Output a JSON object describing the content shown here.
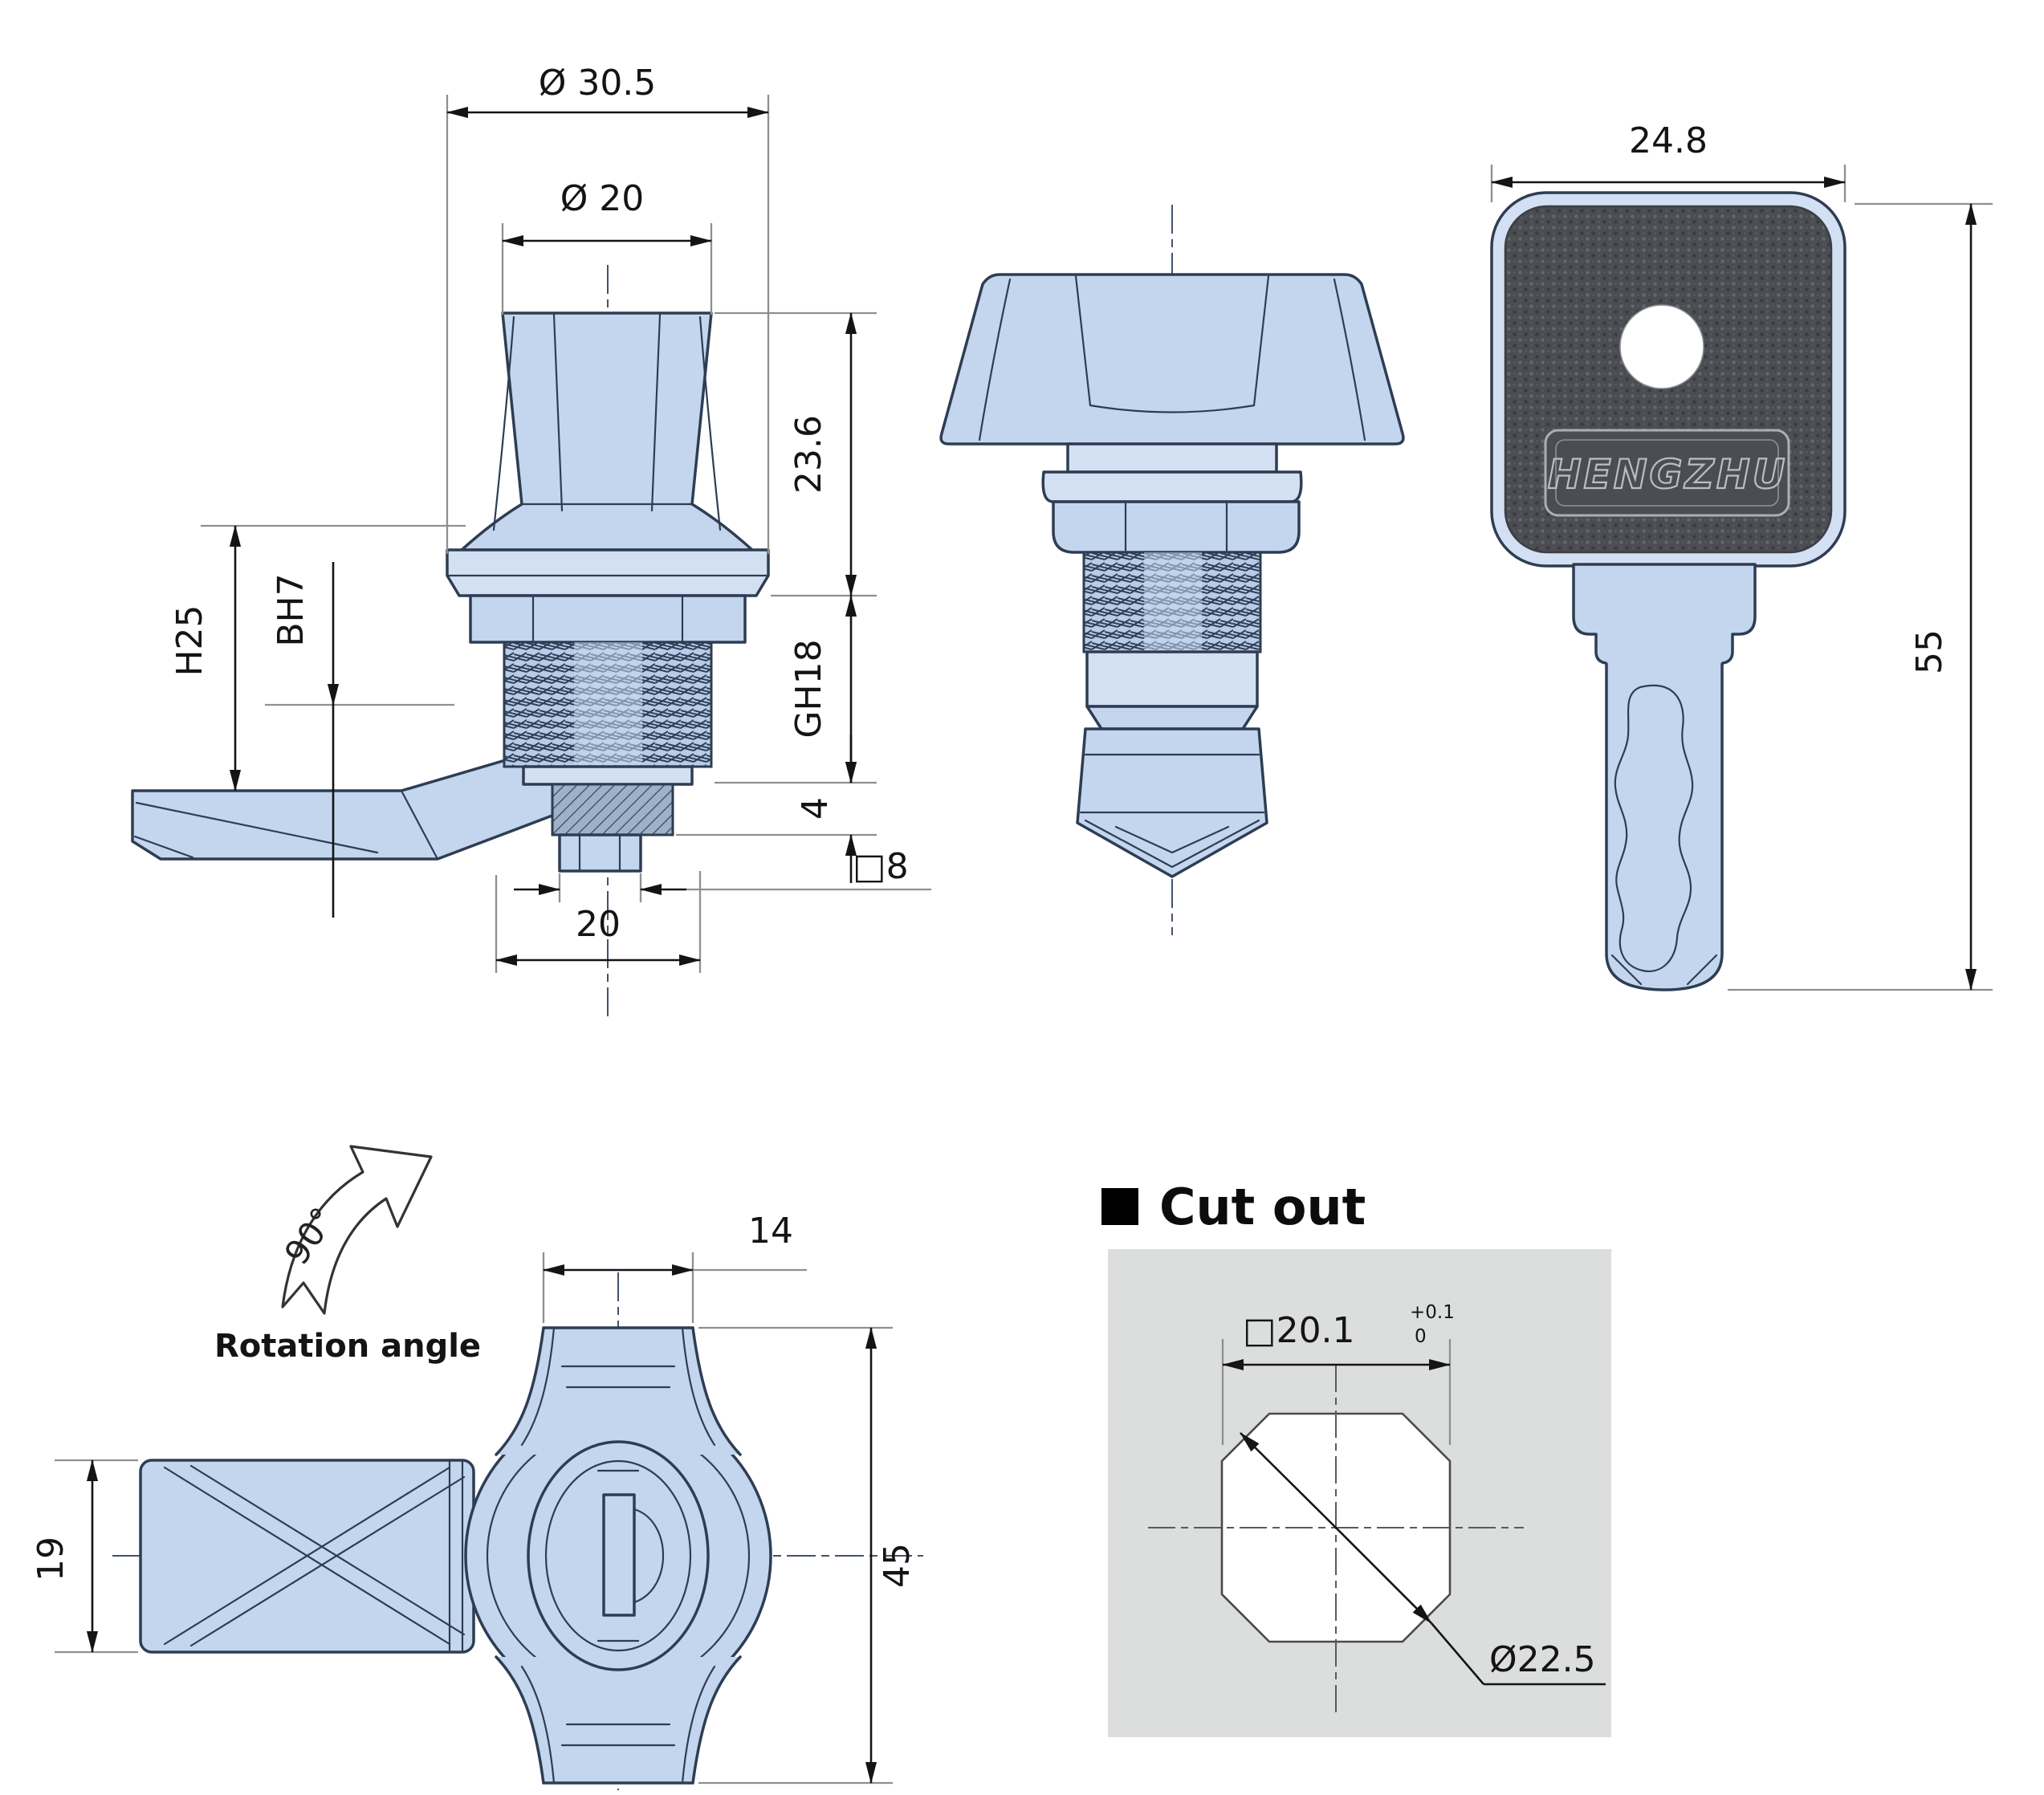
{
  "drawing": {
    "front_view": {
      "dim_outer_diameter": "Ø 30.5",
      "dim_knob_diameter": "Ø 20",
      "dim_knob_height": "23.6",
      "dim_thread_length": "GH18",
      "dim_cam_offset": "4",
      "dim_grip_height": "H25",
      "dim_cam_position": "BH7",
      "dim_square_shaft": "□8",
      "dim_cam_length": "20"
    },
    "key_view": {
      "dim_head_width": "24.8",
      "dim_key_length": "55",
      "brand": "HENGZHU"
    },
    "top_view": {
      "dim_wing_width": "14",
      "dim_cam_height": "19",
      "dim_total_height": "45",
      "rotation_angle": "90°",
      "rotation_label": "Rotation angle"
    },
    "cutout": {
      "section_title": "Cut out",
      "dim_square": "□20.1",
      "tolerance_upper": "+0.1",
      "tolerance_lower": "0",
      "dim_diameter": "Ø22.5"
    },
    "colors": {
      "part_fill": "#c3d6ee",
      "part_outline": "#2e3d53",
      "panel_gray": "#dcdddd",
      "dimension_black": "#141414",
      "extension_gray": "#8f8f8f",
      "key_face_dark": "#4b4d53"
    }
  }
}
